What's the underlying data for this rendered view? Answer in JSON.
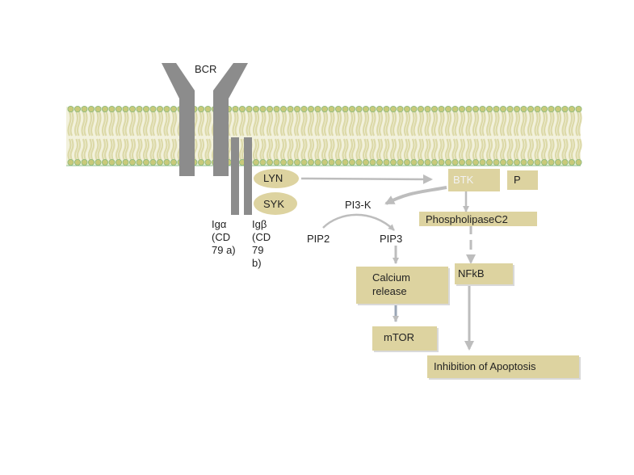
{
  "receptor": {
    "label": "BCR"
  },
  "chains": {
    "alpha": [
      "Igα",
      "(CD",
      "79 a)"
    ],
    "beta": [
      "Igβ",
      "(CD",
      "79",
      "b)"
    ]
  },
  "kinases": {
    "lyn": "LYN",
    "syk": "SYK"
  },
  "pathway": {
    "btk": "BTK",
    "p": "P",
    "pi3k": "PI3-K",
    "pip2": "PIP2",
    "pip3": "PIP3",
    "plc": "PhospholipaseC2",
    "calcium": [
      "Calcium",
      "release"
    ],
    "nfkb": "NFkB",
    "mtor": "mTOR",
    "apoptosis": "Inhibition of Apoptosis"
  },
  "colors": {
    "box": "#ddd3a0",
    "receptor": "#8c8c8c",
    "arrow": "#bdbdbd",
    "lipid_head": "#c8ca7a",
    "lipid_tail": "#dcd9a8",
    "membrane_edge": "#8ab87e"
  }
}
